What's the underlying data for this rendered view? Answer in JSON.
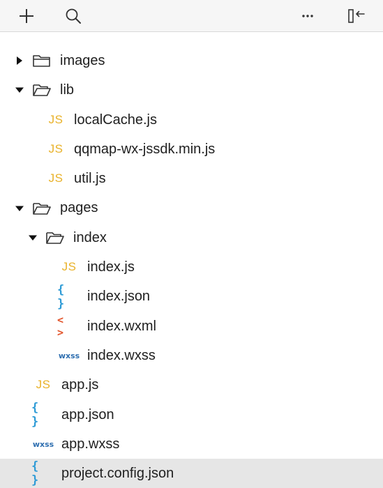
{
  "toolbar": {
    "icons": [
      "plus-icon",
      "search-icon",
      "more-icon",
      "collapse-panel-icon"
    ]
  },
  "tree": [
    {
      "label": "images",
      "type": "folder",
      "expanded": false,
      "depth": 0,
      "selected": false
    },
    {
      "label": "lib",
      "type": "folder",
      "expanded": true,
      "depth": 0,
      "selected": false
    },
    {
      "label": "localCache.js",
      "type": "js",
      "depth": 1,
      "selected": false
    },
    {
      "label": "qqmap-wx-jssdk.min.js",
      "type": "js",
      "depth": 1,
      "selected": false
    },
    {
      "label": "util.js",
      "type": "js",
      "depth": 1,
      "selected": false
    },
    {
      "label": "pages",
      "type": "folder",
      "expanded": true,
      "depth": 0,
      "selected": false
    },
    {
      "label": "index",
      "type": "folder",
      "expanded": true,
      "depth": 1,
      "selected": false
    },
    {
      "label": "index.js",
      "type": "js",
      "depth": 2,
      "selected": false
    },
    {
      "label": "index.json",
      "type": "json",
      "depth": 2,
      "selected": false
    },
    {
      "label": "index.wxml",
      "type": "wxml",
      "depth": 2,
      "selected": false
    },
    {
      "label": "index.wxss",
      "type": "wxss",
      "depth": 2,
      "selected": false
    },
    {
      "label": "app.js",
      "type": "js",
      "depth": 0,
      "selected": false
    },
    {
      "label": "app.json",
      "type": "json",
      "depth": 0,
      "selected": false
    },
    {
      "label": "app.wxss",
      "type": "wxss",
      "depth": 0,
      "selected": false
    },
    {
      "label": "project.config.json",
      "type": "json",
      "depth": 0,
      "selected": true
    }
  ],
  "icon_text": {
    "js": "JS",
    "json": "{ }",
    "wxml": "< >",
    "wxss": "wxss"
  },
  "colors": {
    "js": "#e9b22a",
    "json": "#2e9bd6",
    "wxml": "#e2542a",
    "wxss": "#2f6fb0",
    "selected_row": "#e6e6e6",
    "toolbar_bg": "#f6f6f6"
  }
}
